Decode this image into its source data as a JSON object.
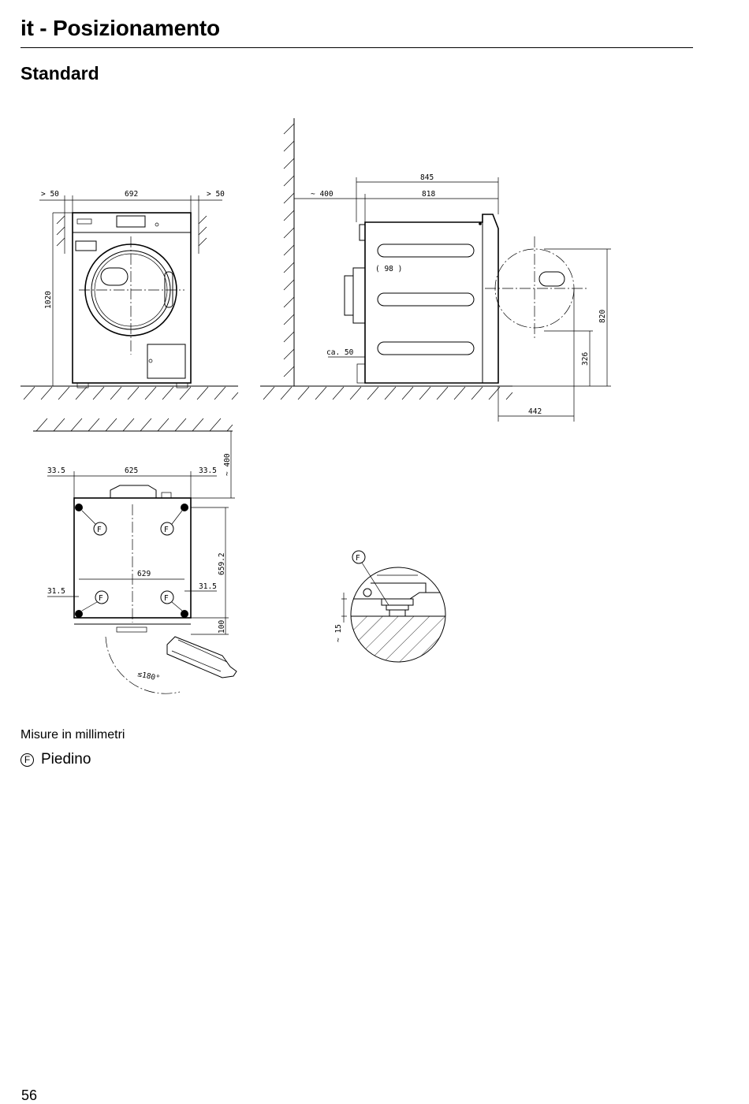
{
  "header": {
    "title": "it - Posizionamento",
    "section": "Standard"
  },
  "front_view": {
    "left_gap": "> 50",
    "width": "692",
    "right_gap": "> 50",
    "height": "1020"
  },
  "side_view": {
    "depth_total": "845",
    "depth_body": "818",
    "wall_gap": "~ 400",
    "door_projection": "( 98 )",
    "bottom_gap": "ca. 50",
    "door_swing_depth": "442",
    "door_center_height": "326",
    "door_top_height": "820"
  },
  "top_view": {
    "wall_gap": "~ 400",
    "left_margin": "33.5",
    "width": "625",
    "right_margin": "33.5",
    "foot_spacing": "629",
    "foot_left": "31.5",
    "foot_right": "31.5",
    "depth": "659.2",
    "front_offset": "100",
    "door_angle": "≤180°"
  },
  "detail_view": {
    "foot_height": "~ 15"
  },
  "foot_marker": "F",
  "notes": {
    "units": "Misure in millimetri",
    "foot_label": "Piedino"
  },
  "footer": {
    "page_number": "56"
  }
}
